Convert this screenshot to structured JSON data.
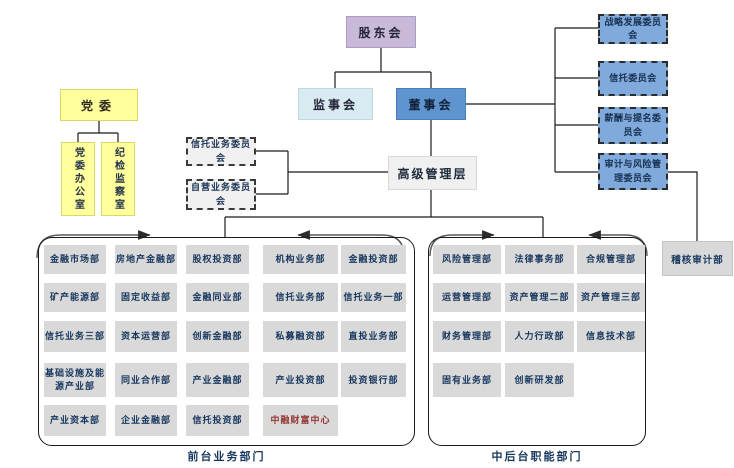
{
  "nodes": {
    "shareholders": {
      "label": "股东会"
    },
    "supervisory_board": {
      "label": "监事会"
    },
    "board_of_directors": {
      "label": "董事会"
    },
    "senior_management": {
      "label": "高级管理层"
    },
    "party_committee": {
      "label": "党委"
    },
    "party_office": {
      "label": "党委办公室"
    },
    "discipline_inspection_office": {
      "label": "纪检监察室"
    },
    "trust_business_committee": {
      "label": "信托业务委员会"
    },
    "proprietary_business_committee": {
      "label": "自营业务委员会"
    },
    "audit_department": {
      "label": "稽核审计部"
    }
  },
  "board_committees": [
    "战略发展委员会",
    "信托委员会",
    "薪酬与提名委员会",
    "审计与风险管理委员会"
  ],
  "front_office": {
    "label": "前台业务部门",
    "highlight_cell": "中融财富中心",
    "columns": [
      {
        "cells": [
          "金融市场部",
          "矿产能源部",
          "信托业务三部",
          "基础设施及能源产业部",
          "产业资本部"
        ]
      },
      {
        "cells": [
          "房地产金融部",
          "固定收益部",
          "资本运营部",
          "同业合作部",
          "企业金融部"
        ]
      },
      {
        "cells": [
          "股权投资部",
          "金融同业部",
          "创新金融部",
          "产业金融部",
          "信托投资部"
        ]
      },
      {
        "cells": [
          "机构业务部",
          "信托业务部",
          "私募融资部",
          "产业投资部",
          "中融财富中心"
        ]
      },
      {
        "cells": [
          "金融投资部",
          "信托业务一部",
          "直投业务部",
          "投资银行部"
        ]
      }
    ]
  },
  "middle_back_office": {
    "label": "中后台职能部门",
    "columns": [
      {
        "cells": [
          "风险管理部",
          "运营管理部",
          "财务管理部",
          "固有业务部"
        ]
      },
      {
        "cells": [
          "法律事务部",
          "资产管理二部",
          "人力行政部",
          "创新研发部"
        ]
      },
      {
        "cells": [
          "合规管理部",
          "资产管理三部",
          "信息技术部"
        ]
      }
    ]
  },
  "colors": {
    "shareholders_fill": "#c8b9d8",
    "supervisory_fill": "#d8ebf1",
    "board_fill": "#5f94cf",
    "committee_fill": "#80a9dc",
    "party_fill": "#ffff9c",
    "department_fill": "#d9d9d9",
    "management_fill": "#f0f0f0",
    "text_navy": "#17375e",
    "highlight_red": "#943634",
    "line_black": "#1a1a1a"
  }
}
